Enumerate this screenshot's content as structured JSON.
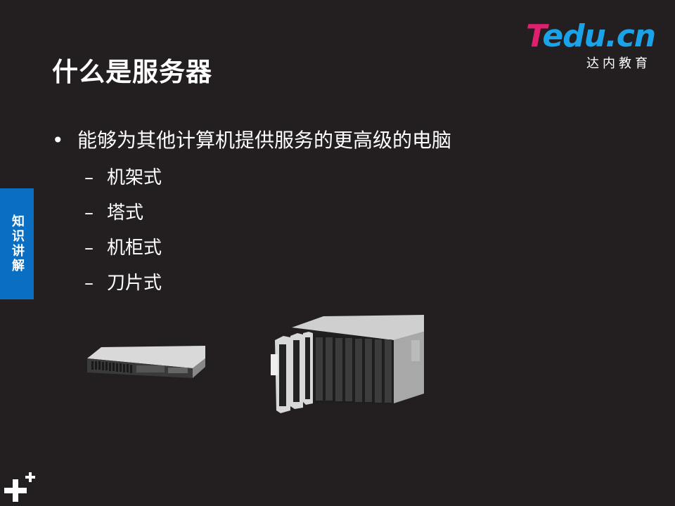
{
  "title": "什么是服务器",
  "logo": {
    "brand_t": "T",
    "brand_rest": "edu.cn",
    "sub": "达内教育"
  },
  "side_tab": "知识讲解",
  "bullet": {
    "text": "能够为其他计算机提供服务的更高级的电脑",
    "marker": "•"
  },
  "subitems": [
    {
      "marker": "–",
      "text": "机架式"
    },
    {
      "marker": "–",
      "text": "塔式"
    },
    {
      "marker": "–",
      "text": "机柜式"
    },
    {
      "marker": "–",
      "text": "刀片式"
    }
  ],
  "icons": {
    "footer": "plus-mark-icon"
  },
  "colors": {
    "background": "#231f20",
    "accent_blue": "#0a6fc2",
    "logo_pink": "#e0206e",
    "logo_cyan": "#1aa3e8"
  }
}
